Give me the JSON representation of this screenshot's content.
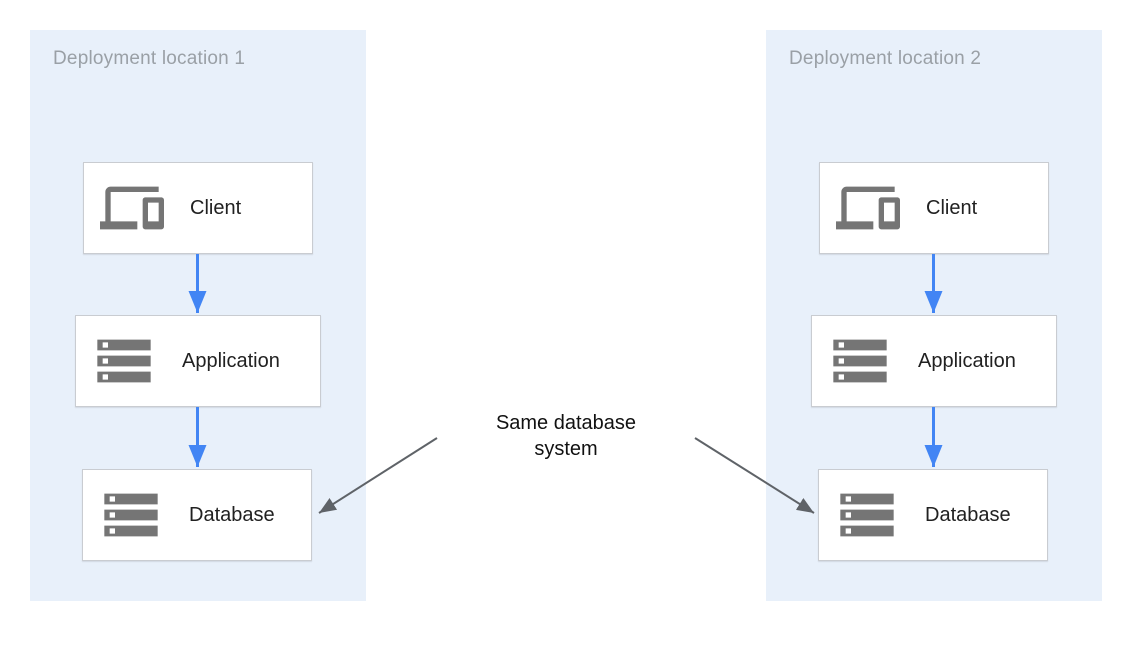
{
  "colors": {
    "page_bg": "#ffffff",
    "panel_bg": "#e8f0fa",
    "panel_title": "#9aa0a6",
    "node_bg": "#ffffff",
    "node_border": "#c9ccd1",
    "node_label": "#212121",
    "icon_gray": "#757575",
    "flow_arrow_blue": "#4285f4",
    "annotation_arrow_gray": "#5f6368",
    "annotation_text": "#111111"
  },
  "panels": [
    {
      "title": "Deployment location 1",
      "nodes": [
        {
          "label": "Client",
          "icon": "devices-icon"
        },
        {
          "label": "Application",
          "icon": "storage-icon"
        },
        {
          "label": "Database",
          "icon": "storage-icon"
        }
      ]
    },
    {
      "title": "Deployment location 2",
      "nodes": [
        {
          "label": "Client",
          "icon": "devices-icon"
        },
        {
          "label": "Application",
          "icon": "storage-icon"
        },
        {
          "label": "Database",
          "icon": "storage-icon"
        }
      ]
    }
  ],
  "annotation": {
    "line1": "Same database",
    "line2": "system"
  }
}
